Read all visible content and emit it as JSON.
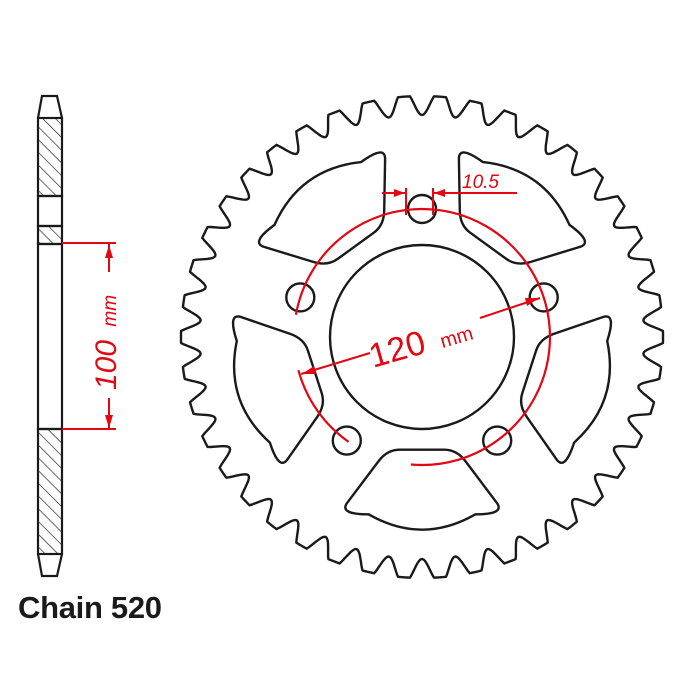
{
  "diagram": {
    "title": "Rear sprocket technical drawing",
    "chain_label": "Chain 520",
    "teeth_count": 42,
    "bolt_holes": 5,
    "lightening_holes": 5,
    "dimensions": {
      "bolt_circle": {
        "value": "120",
        "unit": "mm"
      },
      "bolt_hole_diameter": {
        "value": "10.5"
      },
      "center_bore": {
        "value": "100",
        "unit": "mm"
      }
    },
    "colors": {
      "outline": "#1a1a1a",
      "dimension": "#e30613",
      "hatch": "#1a1a1a",
      "background": "#ffffff"
    }
  }
}
